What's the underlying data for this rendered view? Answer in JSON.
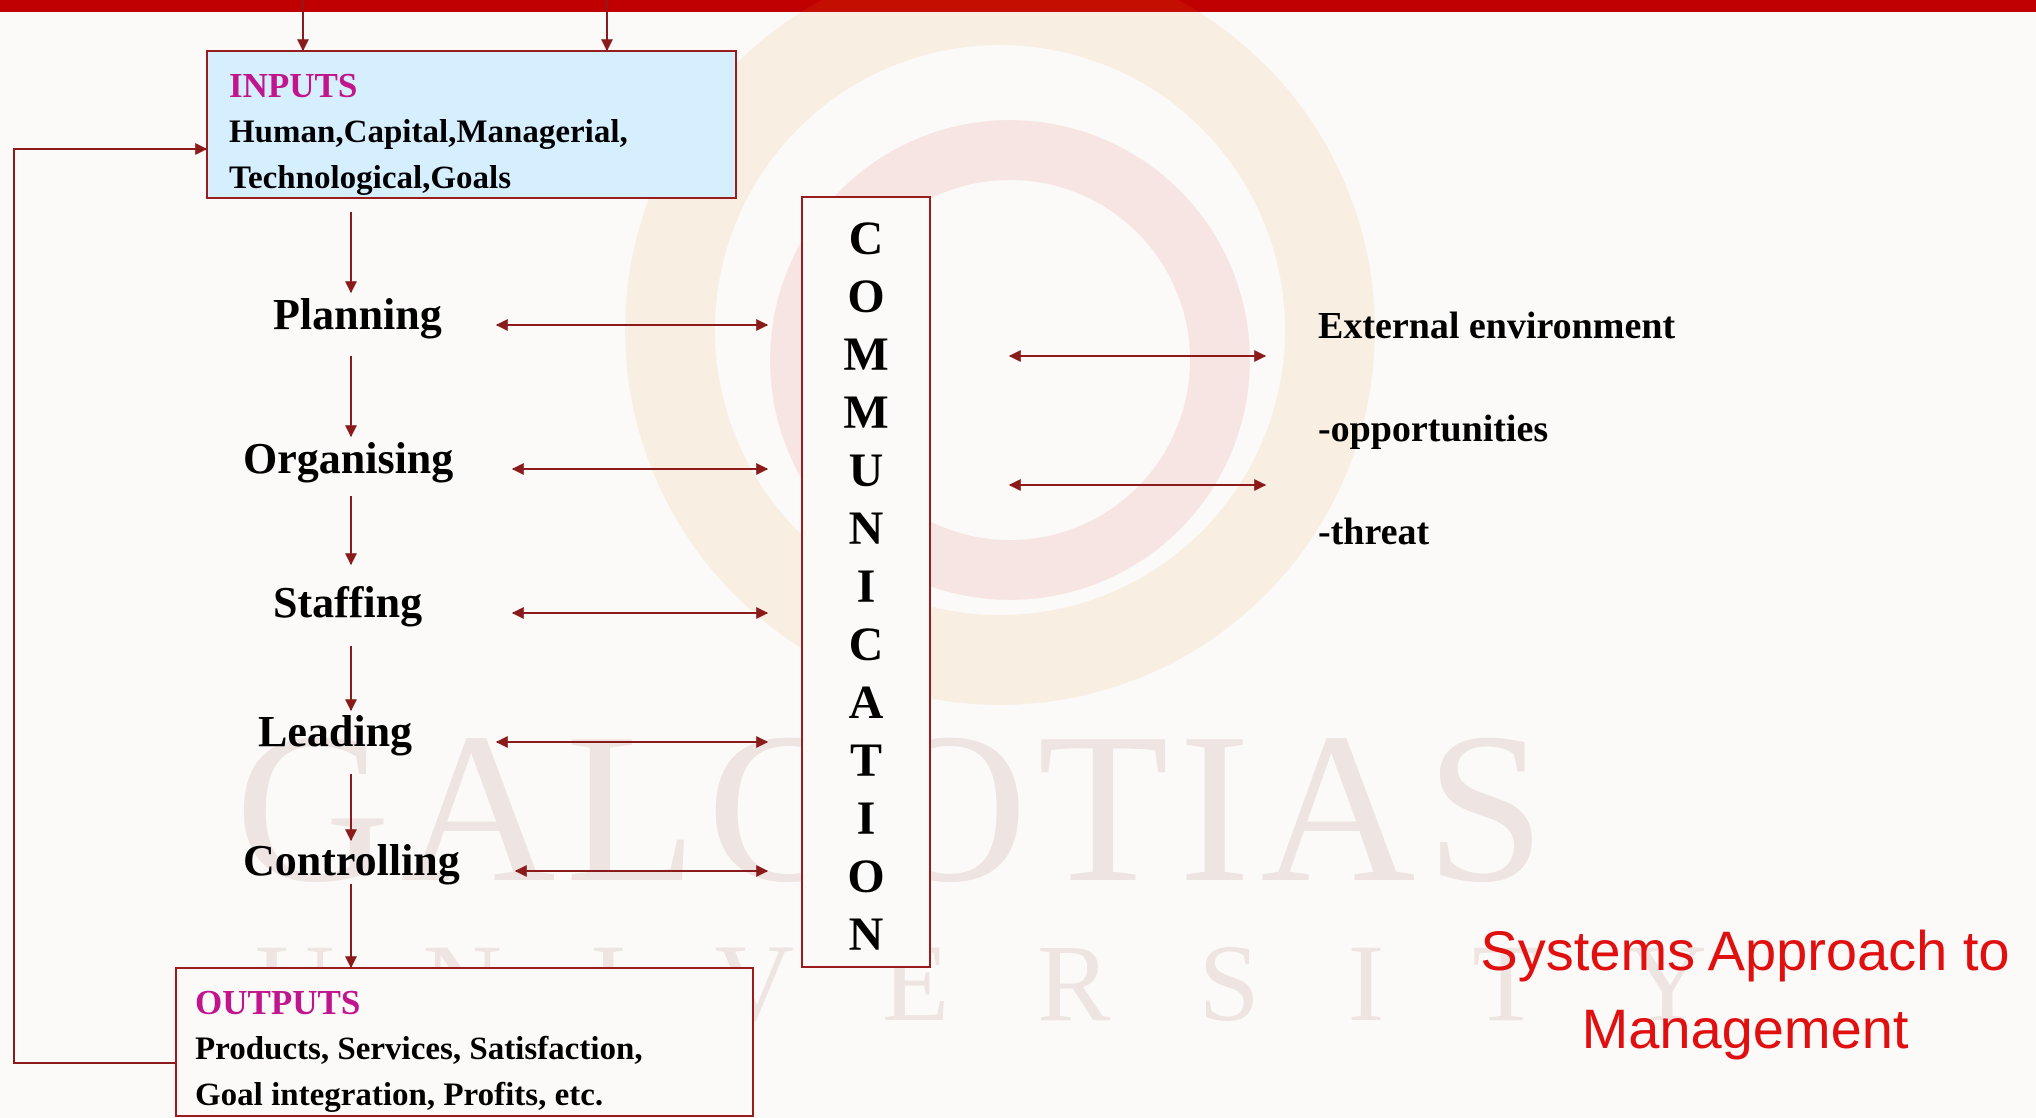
{
  "inputs": {
    "heading": "INPUTS",
    "line1": "Human,Capital,Managerial,",
    "line2": "Technological,Goals"
  },
  "functions": [
    "Planning",
    "Organising",
    "Staffing",
    "Leading",
    "Controlling"
  ],
  "communication": [
    "C",
    "O",
    "M",
    "M",
    "U",
    "N",
    "I",
    "C",
    "A",
    "T",
    "I",
    "O",
    "N"
  ],
  "environment": {
    "heading": "External environment",
    "item1": "-opportunities",
    "item2": "-threat"
  },
  "outputs": {
    "heading": "OUTPUTS",
    "line1": "Products, Services, Satisfaction,",
    "line2": "Goal integration, Profits, etc."
  },
  "title": {
    "line1": "Systems Approach to",
    "line2": "Management"
  },
  "watermark": {
    "line1": "GALGOTIAS",
    "line2": "UNIVERSITY"
  },
  "colors": {
    "accent": "#c00000",
    "arrow": "#8b1a1a",
    "inputs_fill": "#d6efff",
    "box_heading": "#c0158c",
    "title": "#e01010"
  }
}
